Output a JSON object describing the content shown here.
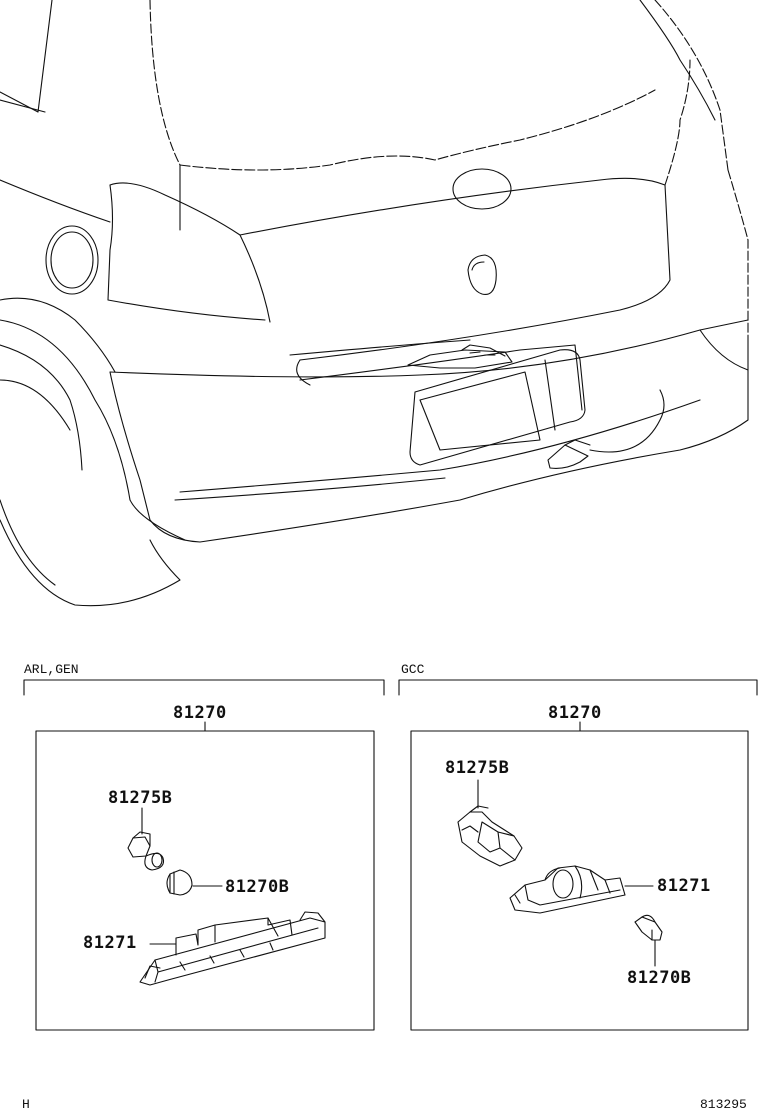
{
  "sections": [
    {
      "group_label": "ARL,GEN",
      "assembly_part": "81270",
      "parts": {
        "socket": "81275B",
        "bulb": "81270B",
        "lens": "81271"
      }
    },
    {
      "group_label": "GCC",
      "assembly_part": "81270",
      "parts": {
        "socket": "81275B",
        "lens": "81271",
        "bulb": "81270B"
      }
    }
  ],
  "footer": {
    "left_code": "H",
    "drawing_number": "813295"
  }
}
